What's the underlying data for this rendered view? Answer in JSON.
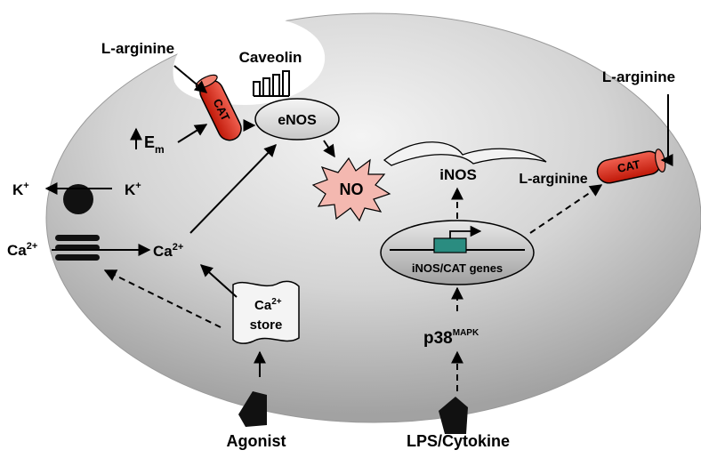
{
  "labels": {
    "l_arginine_top": "L-arginine",
    "caveolin": "Caveolin",
    "cat_left": "CAT",
    "enos": "eNOS",
    "em_main": "E",
    "em_sub": "m",
    "k_out": "K",
    "k_out_sup": "+",
    "k_in": "K",
    "k_in_sup": "+",
    "ca_out": "Ca",
    "ca_out_sup": "2+",
    "ca_in": "Ca",
    "ca_in_sup": "2+",
    "store_line1": "Ca",
    "store_line1_sup": "2+",
    "store_line2": "store",
    "no": "NO",
    "inos": "iNOS",
    "l_arginine_mid": "L-arginine",
    "genes": "iNOS/CAT genes",
    "p38": "p38",
    "p38_sup": "MAPK",
    "l_arginine_right": "L-arginine",
    "cat_right": "CAT",
    "agonist": "Agonist",
    "lps": "LPS/Cytokine"
  },
  "colors": {
    "cat": "#e0301e",
    "no_burst": "#f4b8b0",
    "gene_box": "#2a8c80",
    "cell_light": "#f2f2f2",
    "cell_dark": "#a0a0a0"
  }
}
